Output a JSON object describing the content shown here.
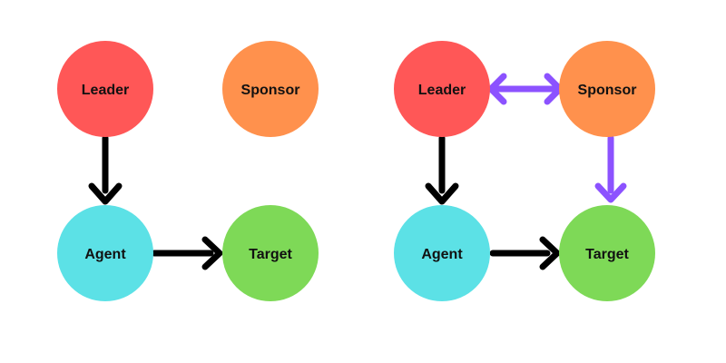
{
  "diagrams": [
    {
      "name": "left",
      "nodes": [
        {
          "id": "leader",
          "label": "Leader",
          "color": "#FF5757"
        },
        {
          "id": "sponsor",
          "label": "Sponsor",
          "color": "#FF914D"
        },
        {
          "id": "agent",
          "label": "Agent",
          "color": "#5CE1E6"
        },
        {
          "id": "target",
          "label": "Target",
          "color": "#7ED957"
        }
      ],
      "edges": [
        {
          "from": "leader",
          "to": "agent",
          "color": "#000000",
          "direction": "forward"
        },
        {
          "from": "agent",
          "to": "target",
          "color": "#000000",
          "direction": "forward"
        }
      ]
    },
    {
      "name": "right",
      "nodes": [
        {
          "id": "leader",
          "label": "Leader",
          "color": "#FF5757"
        },
        {
          "id": "sponsor",
          "label": "Sponsor",
          "color": "#FF914D"
        },
        {
          "id": "agent",
          "label": "Agent",
          "color": "#5CE1E6"
        },
        {
          "id": "target",
          "label": "Target",
          "color": "#7ED957"
        }
      ],
      "edges": [
        {
          "from": "leader",
          "to": "sponsor",
          "color": "#8C52FF",
          "direction": "both"
        },
        {
          "from": "sponsor",
          "to": "target",
          "color": "#8C52FF",
          "direction": "forward"
        },
        {
          "from": "leader",
          "to": "agent",
          "color": "#000000",
          "direction": "forward"
        },
        {
          "from": "agent",
          "to": "target",
          "color": "#000000",
          "direction": "forward"
        }
      ]
    }
  ]
}
